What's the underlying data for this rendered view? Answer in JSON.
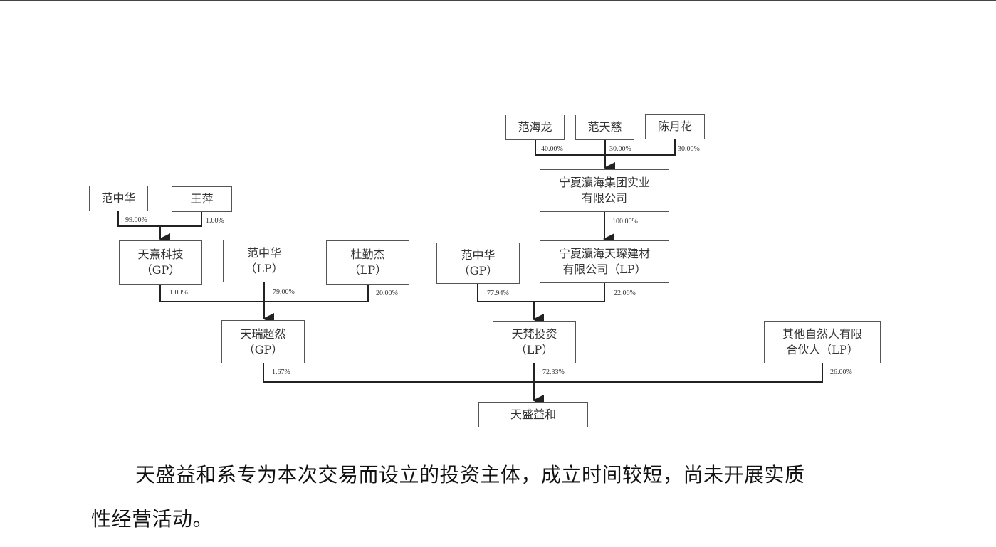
{
  "diagram": {
    "nodes": {
      "fan_hailong": "范海龙",
      "fan_tianci": "范天慈",
      "chen_yuehua": "陈月花",
      "ningxia_group": [
        "宁夏瀛海集团实业",
        "有限公司"
      ],
      "ningxia_tianchen": [
        "宁夏瀛海天琛建材",
        "有限公司（LP）"
      ],
      "fan_zhonghua_gp2": [
        "范中华",
        "（GP）"
      ],
      "tianfan": [
        "天梵投资",
        "（LP）"
      ],
      "other_lp": [
        "其他自然人有限",
        "合伙人（LP）"
      ],
      "tianshengyihe": "天盛益和",
      "fan_zhonghua_top": "范中华",
      "wang_ping": "王萍",
      "tianxi": [
        "天熹科技",
        "（GP）"
      ],
      "fan_zhonghua_lp": [
        "范中华",
        "（LP）"
      ],
      "du_qinjie": [
        "杜勤杰",
        "（LP）"
      ],
      "tianrui": [
        "天瑞超然",
        "（GP）"
      ]
    },
    "percentages": {
      "fan_hailong": "40.00%",
      "fan_tianci": "30.00%",
      "chen_yuehua": "30.00%",
      "group_to_tianchen": "100.00%",
      "fan_zhonghua_top": "99.00%",
      "wang_ping": "1.00%",
      "tianxi": "1.00%",
      "fan_zhonghua_lp": "79.00%",
      "du_qinjie": "20.00%",
      "fan_zhonghua_gp2": "77.94%",
      "tianchen": "22.06%",
      "tianrui": "1.67%",
      "tianfan": "72.33%",
      "other_lp": "26.00%"
    }
  },
  "paragraph": {
    "line1": "天盛益和系专为本次交易而设立的投资主体，成立时间较短，尚未开展实质",
    "line2": "性经营活动。"
  }
}
